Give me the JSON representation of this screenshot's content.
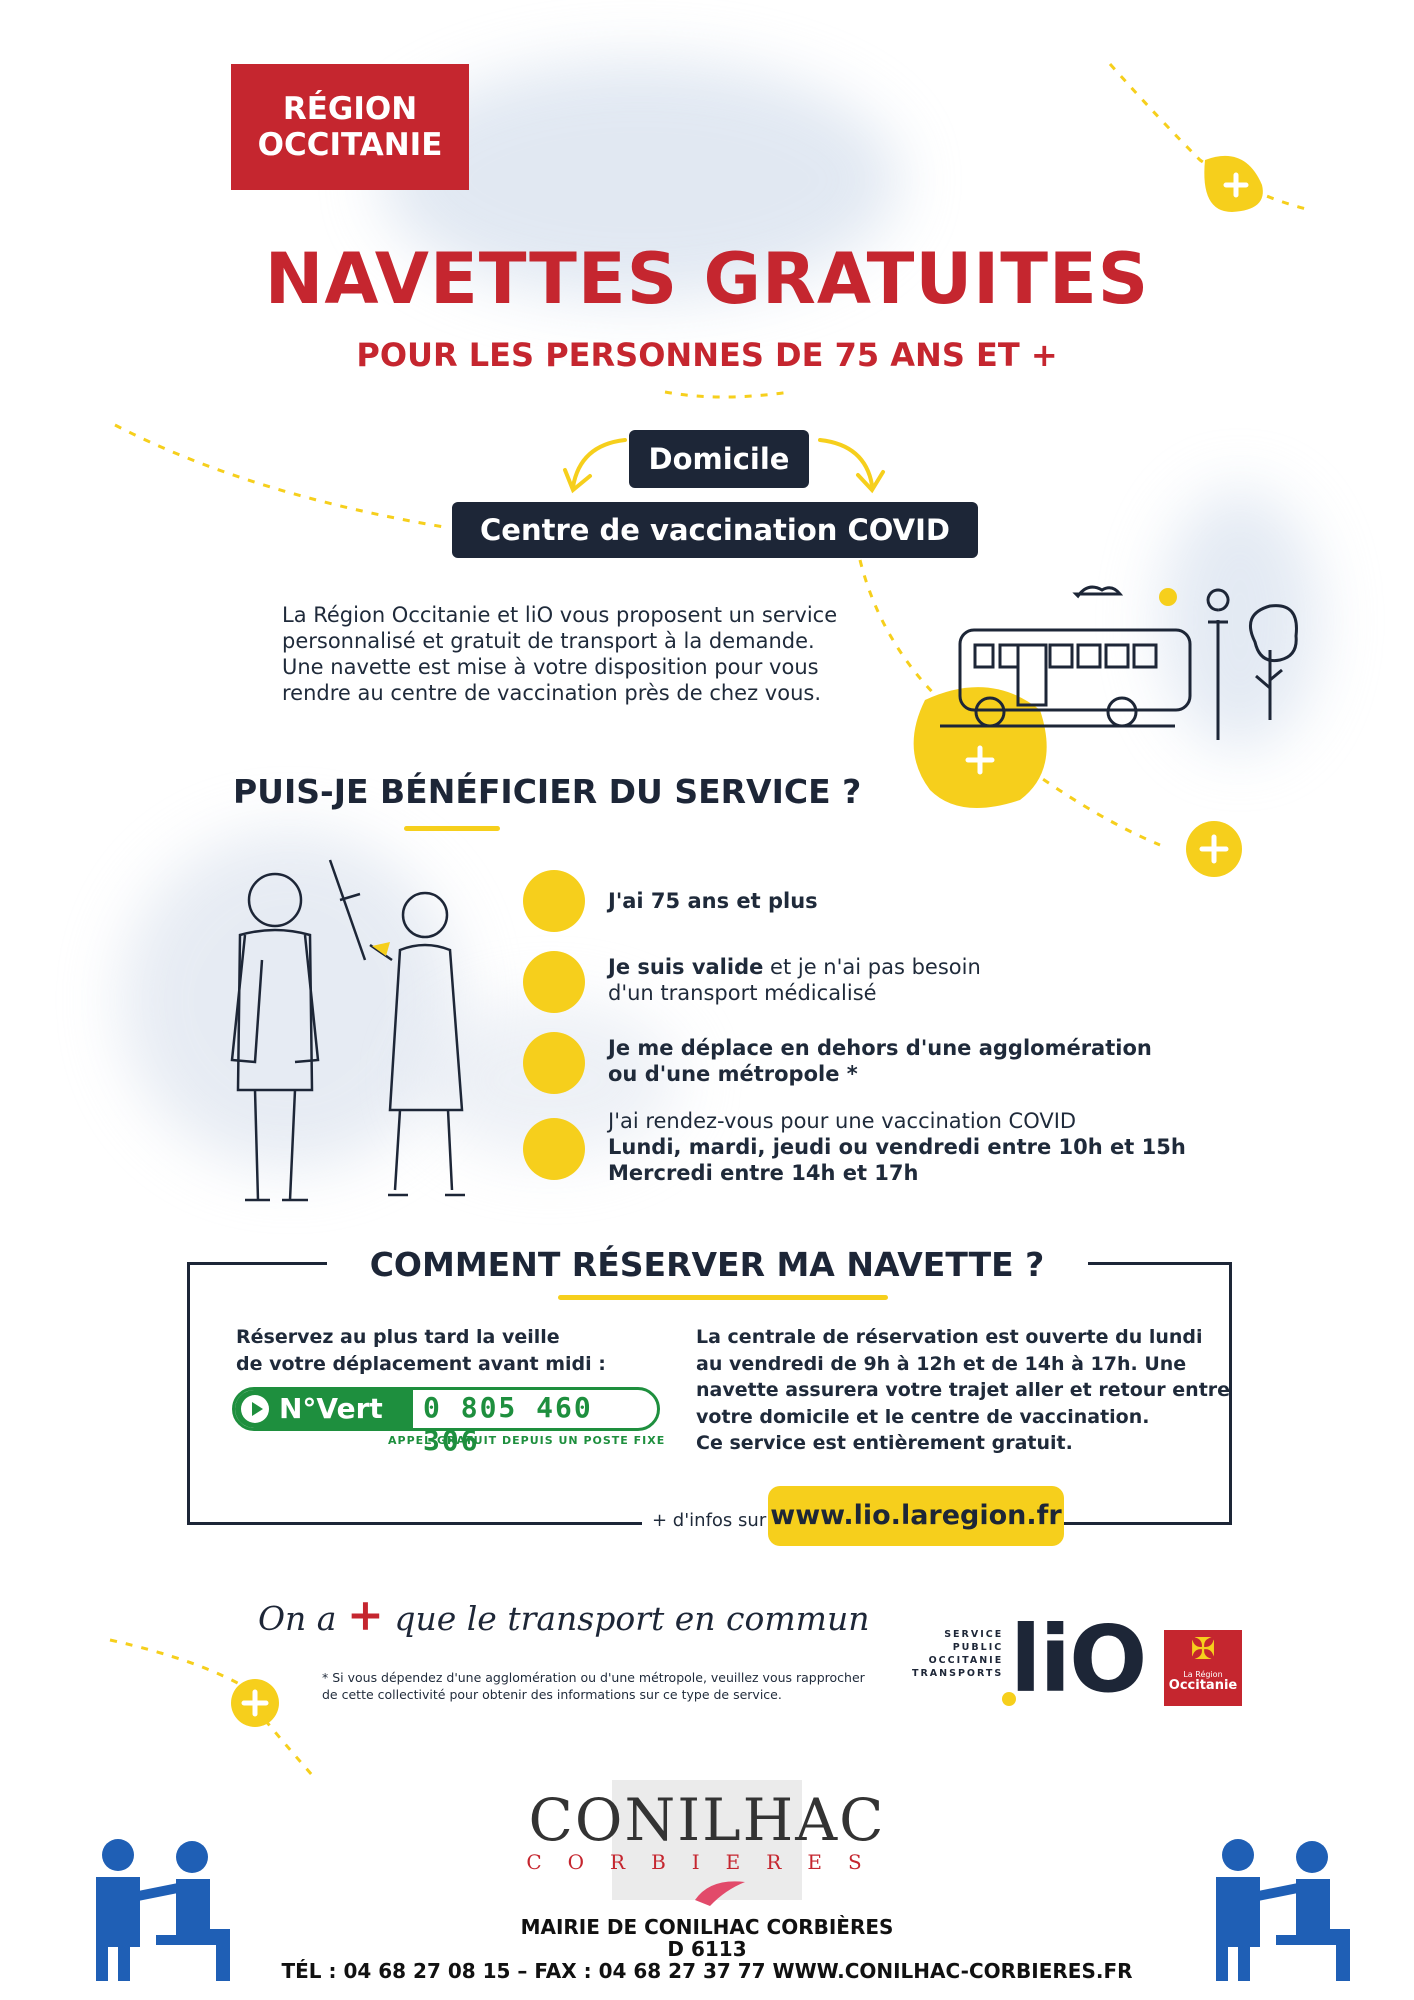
{
  "header": {
    "region_line1": "RÉGION",
    "region_line2": "OCCITANIE",
    "title": "NAVETTES GRATUITES",
    "subtitle": "POUR LES PERSONNES DE 75 ANS ET +"
  },
  "route": {
    "from": "Domicile",
    "to": "Centre de vaccination COVID"
  },
  "intro": [
    "La Région Occitanie et liO vous proposent un service",
    "personnalisé et gratuit de transport à la demande.",
    "Une navette est mise à votre disposition pour vous",
    "rendre au centre de vaccination près de chez vous."
  ],
  "eligibility": {
    "heading": "PUIS-JE BÉNÉFICIER DU SERVICE ?",
    "c1": "J'ai 75 ans et plus",
    "c2_bold": "Je suis valide",
    "c2_rest": " et je n'ai pas besoin",
    "c2_line2": "d'un transport médicalisé",
    "c3_line1": "Je me déplace en dehors d'une agglomération",
    "c3_line2": "ou d'une métropole *",
    "c4_line1": "J'ai rendez-vous pour une vaccination COVID",
    "c4_line2": "Lundi, mardi, jeudi ou vendredi entre 10h et 15h",
    "c4_line3": "Mercredi entre 14h et 17h"
  },
  "booking": {
    "heading": "COMMENT RÉSERVER MA NAVETTE ?",
    "left_line1": "Réservez au plus tard la veille",
    "left_line2": "de votre déplacement avant midi :",
    "nvert_label": "N°Vert",
    "phone": "0 805 460 306",
    "phone_note": "APPEL GRATUIT DEPUIS UN POSTE FIXE",
    "right": [
      "La centrale de réservation est ouverte du lundi",
      "au vendredi de 9h à 12h et de 14h à 17h. Une",
      "navette assurera votre trajet aller et retour entre",
      "votre domicile et le centre de vaccination.",
      "Ce service est entièrement gratuit."
    ],
    "more_info": "+ d'infos sur",
    "url": "www.lio.laregion.fr"
  },
  "slogan": {
    "part1": "On a",
    "plus": "+",
    "part2": "que le transport en commun"
  },
  "footnote": {
    "line1": "* Si vous dépendez d'une agglomération ou d'une métropole, veuillez vous rapprocher",
    "line2": "de cette collectivité pour obtenir des informations sur ce type de service."
  },
  "lio_logo": {
    "small1": "SERVICE",
    "small2": "PUBLIC",
    "small3": "OCCITANIE",
    "small4": "TRANSPORTS",
    "big": "liO",
    "occ1": "La Région",
    "occ2": "Occitanie"
  },
  "footer": {
    "town": "CONILHAC",
    "town_sub": "CORBIERES",
    "mairie": "MAIRIE DE CONILHAC CORBIÈRES",
    "road": "D 6113",
    "contact": "TÉL : 04 68 27 08 15 – FAX : 04 68 27 37 77 WWW.CONILHAC-CORBIERES.FR"
  },
  "colors": {
    "brand_red": "#c5262f",
    "accent_yellow": "#f6cf1c",
    "navy": "#1d2637",
    "green": "#1e8f3e",
    "footer_blue": "#1f5fb5"
  }
}
